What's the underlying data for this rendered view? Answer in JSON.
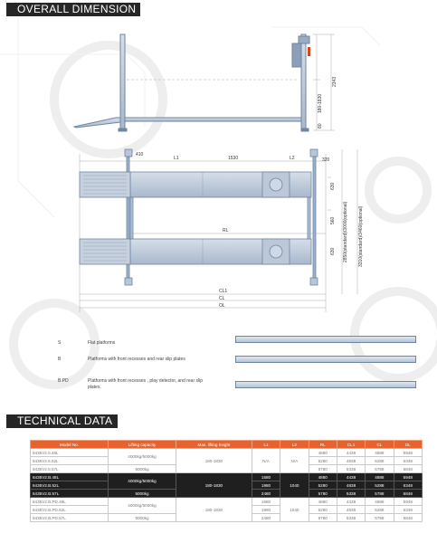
{
  "sections": {
    "overall": "OVERALL DIMENSION",
    "technical": "TECHNICAL DATA"
  },
  "colors": {
    "header_bg": "#262626",
    "table_header": "#e8622d",
    "dark_row": "#1f1f1f",
    "platform_fill": "#c4cfdd",
    "platform_stroke": "#6f86a3"
  },
  "dimensions": {
    "d2343": "2343",
    "d180_1830": "180-1830",
    "d80": "80",
    "d410": "410",
    "dL1": "L1",
    "d1530": "1530",
    "dL2": "L2",
    "d320": "320",
    "d3310": "3310(standard)/3460(optional)",
    "d2850": "2850(standard)/3000(optional)",
    "d630a": "630",
    "d630b": "630",
    "d560": "560",
    "dRL": "RL",
    "dCL1": "CL1",
    "dCL": "CL",
    "dOL": "OL"
  },
  "legend": [
    {
      "code": "S",
      "desc": "Flat platforms"
    },
    {
      "code": "B",
      "desc": "Platforms with front recesses and rear slip plates"
    },
    {
      "code": "B.PD",
      "desc": "Platforms with front recesses , play detector, and rear slip plates."
    }
  ],
  "table": {
    "headers": [
      "Model No.",
      "Lifting capacity",
      "Max. lifting height",
      "L1",
      "L2",
      "RL",
      "CL1",
      "CL",
      "OL"
    ],
    "groups": [
      {
        "dark": false,
        "models": [
          "6435V2.5.48L",
          "6435V2.5.52L",
          "6435V2.5.57L"
        ],
        "capacity": [
          "4000kg/5000kg",
          "5000kg"
        ],
        "height": "180-1830",
        "L1": [
          "N/A"
        ],
        "L2": "N/A",
        "RL": [
          "4880",
          "5280",
          "5780"
        ],
        "CL1": [
          "4438",
          "4838",
          "5338"
        ],
        "CL": [
          "4888",
          "5288",
          "5788"
        ],
        "OL": [
          "5948",
          "6348",
          "6848"
        ]
      },
      {
        "dark": true,
        "models": [
          "6435V2.B.48L",
          "6435V2.B.52L",
          "6435V2.B.57L"
        ],
        "capacity": [
          "4000kg/5000kg",
          "5000kg"
        ],
        "height": "180-1830",
        "L1": [
          "1580",
          "1980",
          "2480"
        ],
        "L2": "1040",
        "RL": [
          "4880",
          "5280",
          "5780"
        ],
        "CL1": [
          "4438",
          "4838",
          "5338"
        ],
        "CL": [
          "4888",
          "5288",
          "5788"
        ],
        "OL": [
          "5948",
          "6348",
          "6848"
        ]
      },
      {
        "dark": false,
        "models": [
          "6435V2.B.PD.48L",
          "6435V2.B.PD.52L",
          "6435V2.B.PD.57L"
        ],
        "capacity": [
          "4000kg/5000kg",
          "5000kg"
        ],
        "height": "180-1830",
        "L1": [
          "1580",
          "1980",
          "2480"
        ],
        "L2": "1040",
        "RL": [
          "4880",
          "5280",
          "5780"
        ],
        "CL1": [
          "4438",
          "4838",
          "5338"
        ],
        "CL": [
          "4888",
          "5288",
          "5788"
        ],
        "OL": [
          "5948",
          "6348",
          "6848"
        ]
      }
    ]
  }
}
